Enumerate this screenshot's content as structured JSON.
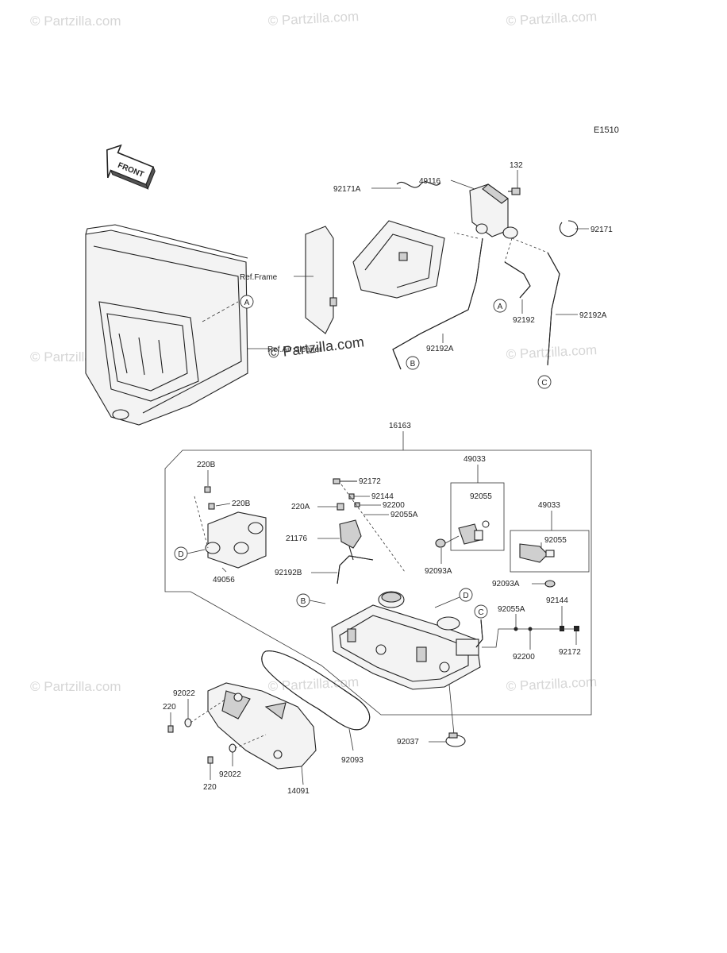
{
  "diagram_code": "E1510",
  "front_arrow_label": "FRONT",
  "watermarks": [
    "© Partzilla.com",
    "© Partzilla.com",
    "© Partzilla.com",
    "© Partzilla.com",
    "© Partzilla.com",
    "© Partzilla.com",
    "© Partzilla.com",
    "© Partzilla.com",
    "© Partzilla.com"
  ],
  "center_watermark": "© Partzilla.com",
  "ref_labels": {
    "frame": "Ref.Frame",
    "air_cleaner": "Ref.Air Cleaner"
  },
  "callouts": {
    "A": "A",
    "B": "B",
    "C": "C",
    "D": "D"
  },
  "parts": {
    "p92171A": "92171A",
    "p132": "132",
    "p49116": "49116",
    "p92171": "92171",
    "p92192A_left": "92192A",
    "p92192": "92192",
    "p92192A_right": "92192A",
    "p16163": "16163",
    "p220B_top": "220B",
    "p220B_mid": "220B",
    "p49056": "49056",
    "p92172_top": "92172",
    "p92144_top": "92144",
    "p220A": "220A",
    "p92200_top": "92200",
    "p92055A_top": "92055A",
    "p21176": "21176",
    "p92192B": "92192B",
    "p49033_a": "49033",
    "p92055_a": "92055",
    "p92093A_a": "92093A",
    "p49033_b": "49033",
    "p92055_b": "92055",
    "p92093A_b": "92093A",
    "p92055A_right": "92055A",
    "p92144_right": "92144",
    "p92200_right": "92200",
    "p92172_right": "92172",
    "p92037": "92037",
    "p92022_top": "92022",
    "p220_top": "220",
    "p92022_bot": "92022",
    "p220_bot": "220",
    "p92093": "92093",
    "p14091": "14091"
  }
}
